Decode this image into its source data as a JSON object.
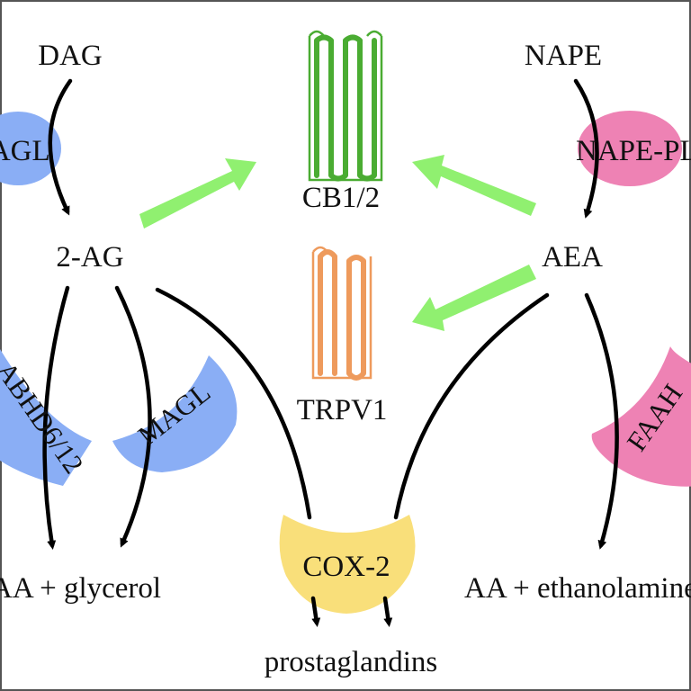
{
  "colors": {
    "dagl": "#8aaef5",
    "abhd": "#8aaef5",
    "magl": "#8aaef5",
    "nape_pld": "#ee82b4",
    "faah": "#ee82b4",
    "cox2": "#f9df7a",
    "cb_receptor": "#4aac32",
    "trpv1": "#ee9a5c",
    "activation_arrow": "#90f070",
    "pathway_arrow": "#000000"
  },
  "substrates": {
    "dag": "DAG",
    "nape": "NAPE"
  },
  "ligands": {
    "two_ag": "2-AG",
    "aea": "AEA"
  },
  "receptors": {
    "cb": "CB1/2",
    "trpv1": "TRPV1"
  },
  "enzymes": {
    "dagl": "DAGL",
    "nape_pld": "NAPE-PLD",
    "abhd": "ABHD6/12",
    "magl": "MAGL",
    "faah": "FAAH",
    "cox2": "COX-2"
  },
  "products": {
    "aa_glycerol": "AA + glycerol",
    "aa_ethanolamine": "AA + ethanolamine",
    "prostaglandins": "prostaglandins"
  }
}
